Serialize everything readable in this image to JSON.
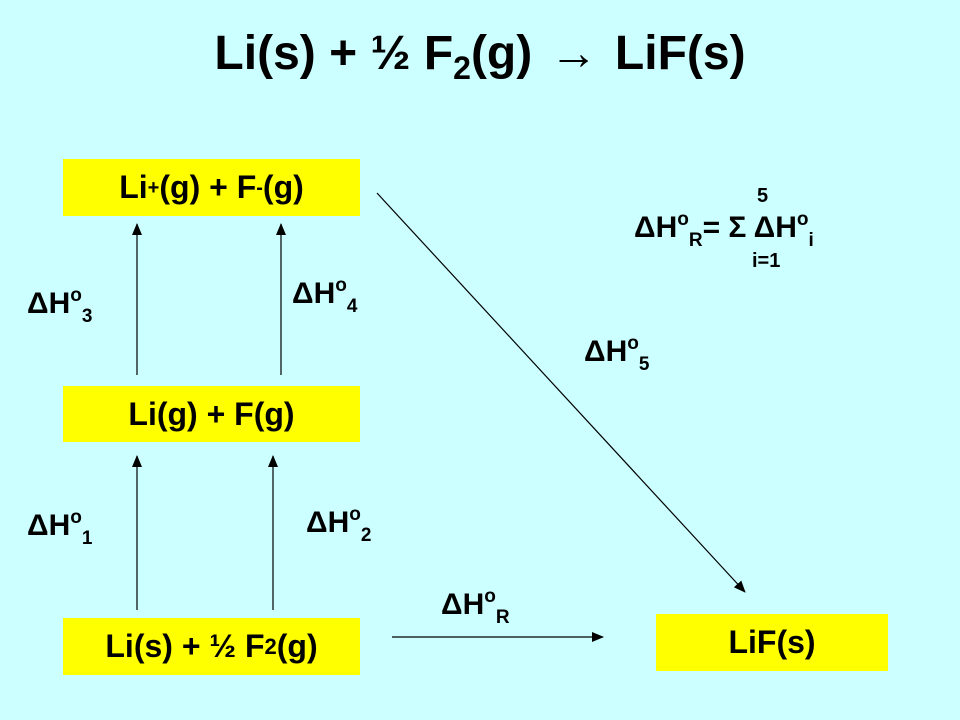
{
  "title": {
    "lhs": "Li(s) + ½ F",
    "lhs_sub": "2",
    "lhs_end": "(g)",
    "arrow": "→",
    "rhs": "LiF(s)"
  },
  "boxes": {
    "ions": {
      "li": "Li",
      "li_charge": "+",
      "mid": "(g) + F",
      "f_charge": "-",
      "end": "(g)"
    },
    "atoms": {
      "text": "Li(g) + F(g)"
    },
    "reactants": {
      "start": "Li(s) + ½ F",
      "sub": "2",
      "end": "(g)"
    },
    "product": {
      "text": "LiF(s)"
    }
  },
  "labels": {
    "dh_symbol": "ΔH",
    "degree": "o",
    "dh1_sub": "1",
    "dh2_sub": "2",
    "dh3_sub": "3",
    "dh4_sub": "4",
    "dh5_sub": "5",
    "dhr_sub": "R"
  },
  "equation": {
    "lhs_sub": "R",
    "equals_sigma": "= Σ ΔH",
    "rhs_sub": "i",
    "upper_limit": "5",
    "lower_limit": "i=1"
  },
  "colors": {
    "background": "#CCFFFF",
    "box_fill": "#FFFF00",
    "arrow": "#000000"
  }
}
